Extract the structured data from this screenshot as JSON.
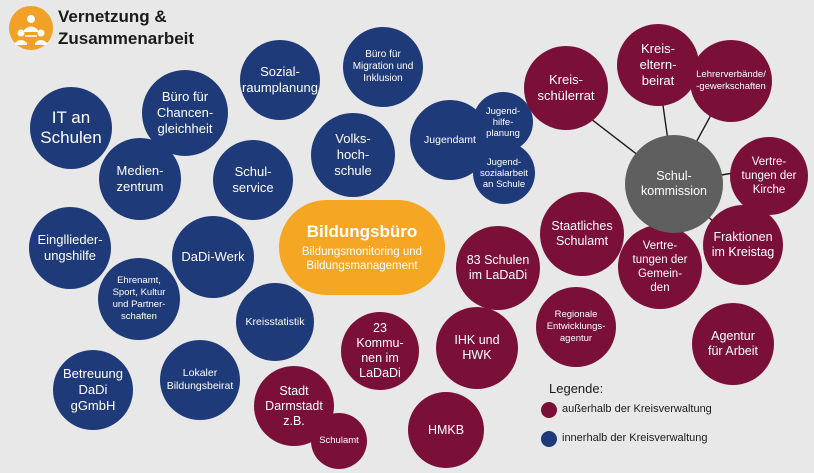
{
  "header": {
    "title": "Vernetzung &\nZusammenarbeit",
    "icon": "network-people-icon"
  },
  "center": {
    "title": "Bildungsbüro",
    "subtitle": "Bildungsmonitoring und\nBildungsmanagement",
    "color": "#f5a623"
  },
  "colors": {
    "blue": "#1f3a78",
    "red": "#7a1038",
    "gray": "#5f5f5f"
  },
  "nodes": {
    "it_schulen": "IT an\nSchulen",
    "buero_chancen": "Büro für\nChancen-\ngleichheit",
    "sozialraumplanung": "Sozial-\nraumplanung",
    "buero_migration": "Büro für\nMigration und\nInklusion",
    "medienzentrum": "Medien-\nzentrum",
    "schulservice": "Schul-\nservice",
    "volkshochschule": "Volks-\nhoch-\nschule",
    "jugendamt": "Jugendamt",
    "jugendhilfeplanung": "Jugend-\nhilfe-\nplanung",
    "jugendsozialarbeit": "Jugend-\nsozialarbeit\nan Schule",
    "eingliederungshilfe": "Eingllieder-\nungshilfe",
    "dadi_werk": "DaDi-Werk",
    "ehrenamt": "Ehrenamt,\nSport, Kultur\nund Partner-\nschaften",
    "kreisstatistik": "Kreisstatistik",
    "betreuung": "Betreuung\nDaDi\ngGmbH",
    "lokaler_bildungsbeirat": "Lokaler\nBildungsbeirat",
    "kreisschuelerrat": "Kreis-\nschülerrat",
    "kreiselternbeirat": "Kreis-\neltern-\nbeirat",
    "lehrerverbaende": "Lehrerverbände/\n-gewerkschaften",
    "schulkommission": "Schul-\nkommission",
    "kirche": "Vertre-\ntungen der\nKirche",
    "staatliches_schulamt": "Staatliches\nSchulamt",
    "schulen_83": "83 Schulen\nim LaDaDi",
    "gemeinden": "Vertre-\ntungen der\nGemein-\nden",
    "fraktionen": "Fraktionen\nim Kreistag",
    "regionale_agentur": "Regionale\nEntwicklungs-\nagentur",
    "kommunen_23": "23\nKommu-\nnen im\nLaDaDi",
    "ihk_hwk": "IHK und\nHWK",
    "agentur_arbeit": "Agentur\nfür Arbeit",
    "stadt_darmstadt": "Stadt\nDarmstadt\nz.B.",
    "schulamt": "Schulamt",
    "hmkb": "HMKB"
  },
  "legend": {
    "title": "Legende:",
    "outside": "außerhalb der Kreisverwaltung",
    "inside": "innerhalb der Kreisverwaltung"
  }
}
